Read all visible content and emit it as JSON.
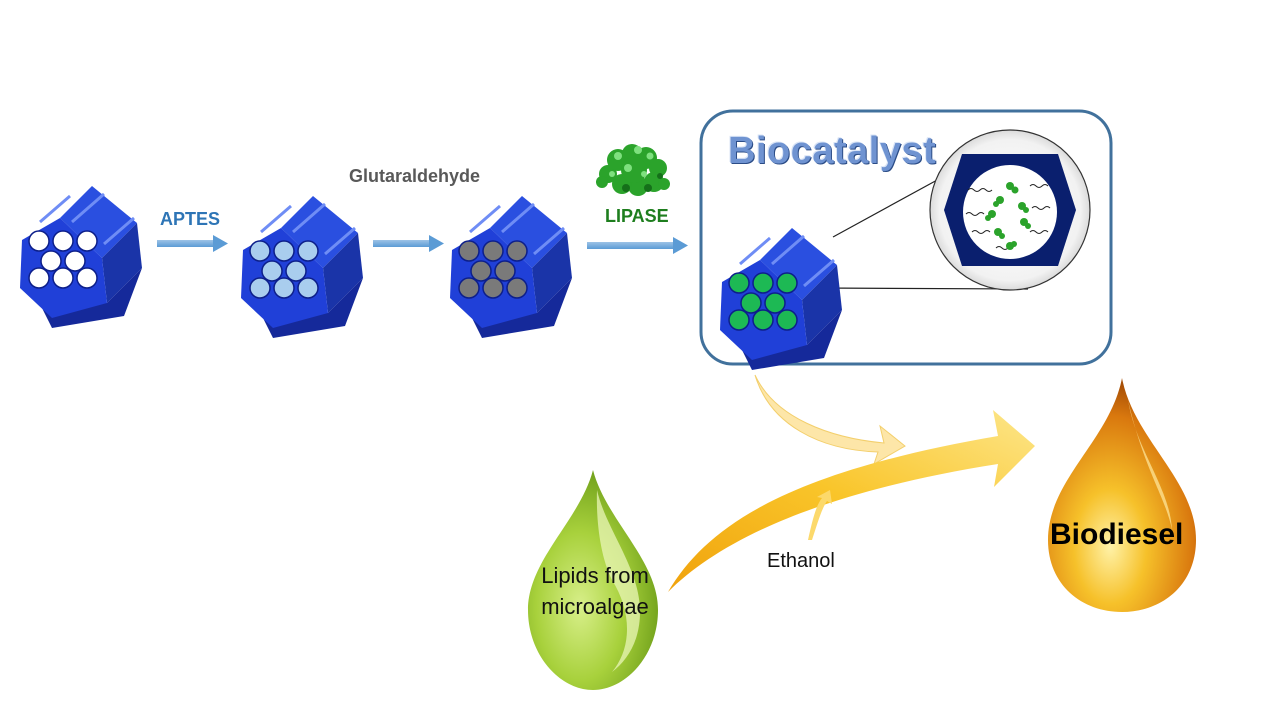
{
  "labels": {
    "aptes": "APTES",
    "glutaraldehyde": "Glutaraldehyde",
    "lipase": "LIPASE",
    "biocatalyst": "Biocatalyst",
    "ethanol": "Ethanol",
    "lipids": "Lipids from microalgae",
    "biodiesel": "Biodiesel"
  },
  "colors": {
    "support_blue": "#1f3fd4",
    "pore_empty": "#ffffff",
    "pore_aptes": "#a9cdee",
    "pore_glutaraldehyde": "#7a7a7a",
    "pore_lipase": "#1db954",
    "arrow_blue": "#5b9bd5",
    "box_border": "#41719c",
    "drop_green": "#8bbf1f",
    "drop_orange": "#e8931a",
    "arrow_yellow": "#f7c21b"
  },
  "icons": [
    "hexagonal-support-icon",
    "lipase-protein-icon",
    "pore-zoom-icon",
    "lipid-drop-icon",
    "biodiesel-drop-icon"
  ]
}
